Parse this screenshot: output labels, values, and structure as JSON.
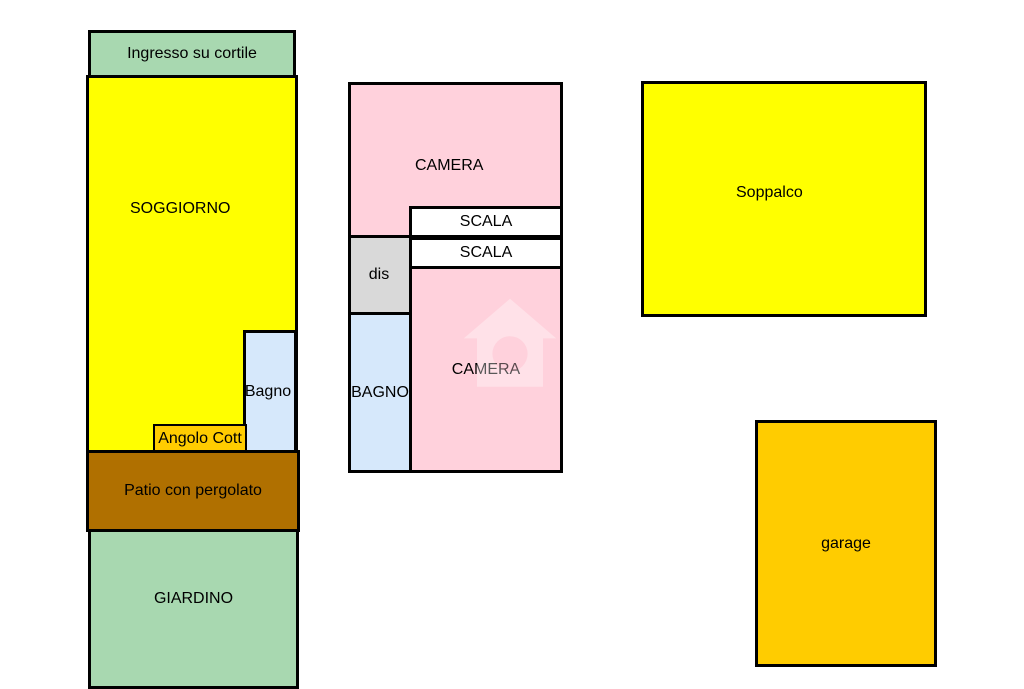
{
  "colors": {
    "courtyard": "#a8d8b0",
    "living": "#ffff00",
    "bath": "#d6e8fb",
    "kitchen": "#ffcc00",
    "patio": "#b07000",
    "garden": "#a8d8b0",
    "bedroom": "#ffd1dc",
    "stair": "#ffffff",
    "hall": "#d9d9d9",
    "mezzanine": "#ffff00",
    "garage": "#ffcc00"
  },
  "rooms": {
    "ingresso": "Ingresso su cortile",
    "soggiorno": "SOGGIORNO",
    "bagno_small": "Bagno",
    "angolo_cottura": "Angolo Cott",
    "patio": "Patio con pergolato",
    "giardino": "GIARDINO",
    "camera_top": "CAMERA",
    "scala_1": "SCALA",
    "scala_2": "SCALA",
    "dis": "dis",
    "bagno_large": "BAGNO",
    "camera_bottom": "CAMERA",
    "soppalco": "Soppalco",
    "garage": "garage"
  },
  "watermark_icon": "house-logo-icon"
}
